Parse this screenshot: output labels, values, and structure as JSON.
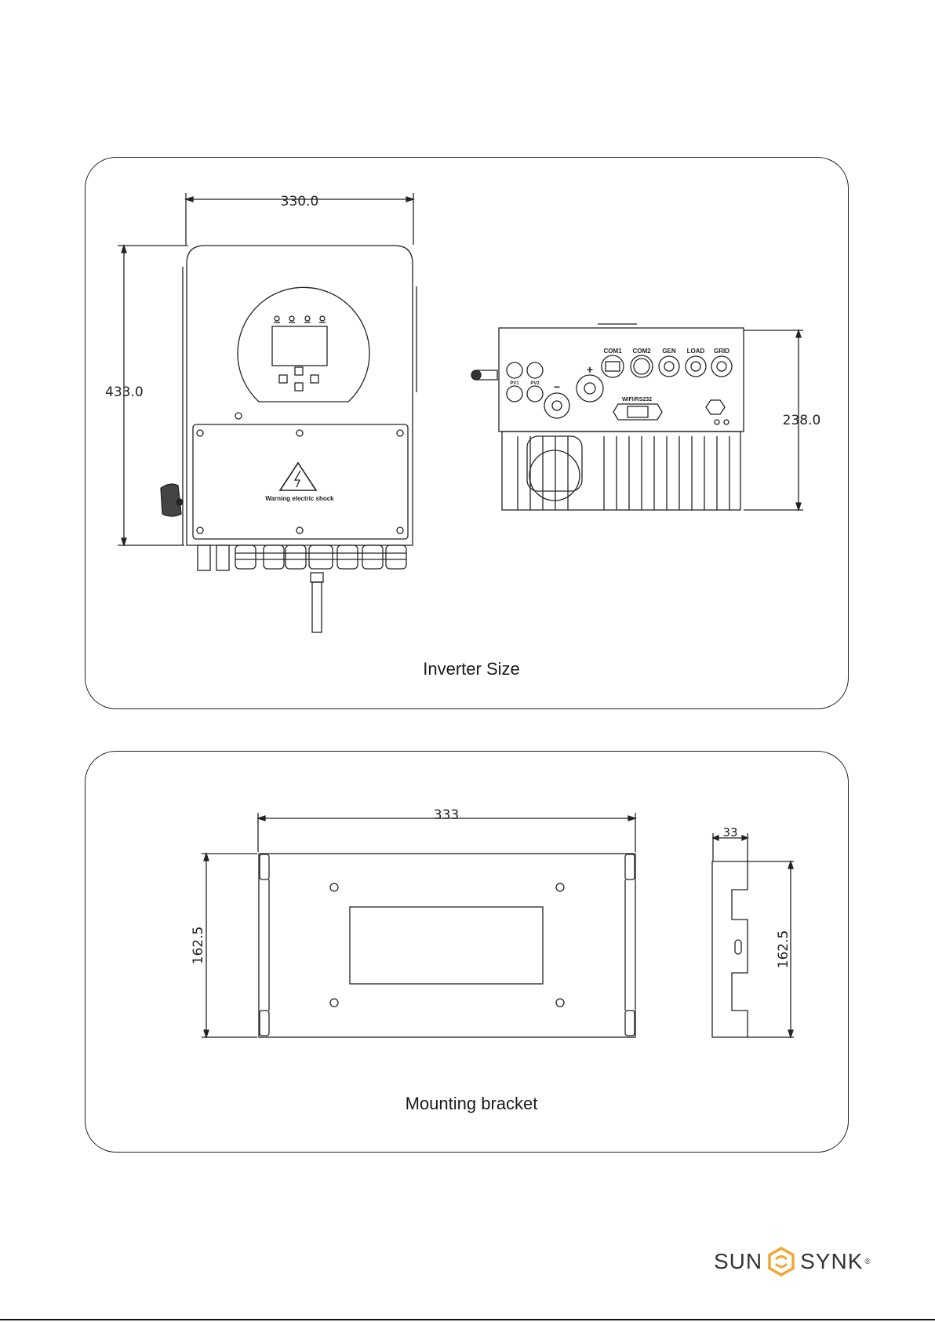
{
  "inverter": {
    "caption": "Inverter Size",
    "front_view": {
      "width_dim": "330.0",
      "height_dim": "433.0",
      "warning_text": "Warning electric shock"
    },
    "bottom_view": {
      "depth_dim": "238.0",
      "ports": [
        "COM1",
        "COM2",
        "GEN",
        "LOAD",
        "GRID"
      ],
      "pv_labels": [
        "PV1",
        "PV2"
      ],
      "wifi_label": "WIFI/RS232"
    }
  },
  "bracket": {
    "caption": "Mounting bracket",
    "width_dim": "333",
    "height_dim": "162.5",
    "side_depth_dim": "33",
    "side_height_dim": "162.5"
  },
  "brand": {
    "left": "SUN",
    "right": "SYNK",
    "mark": "®",
    "color": "#f2a531"
  }
}
